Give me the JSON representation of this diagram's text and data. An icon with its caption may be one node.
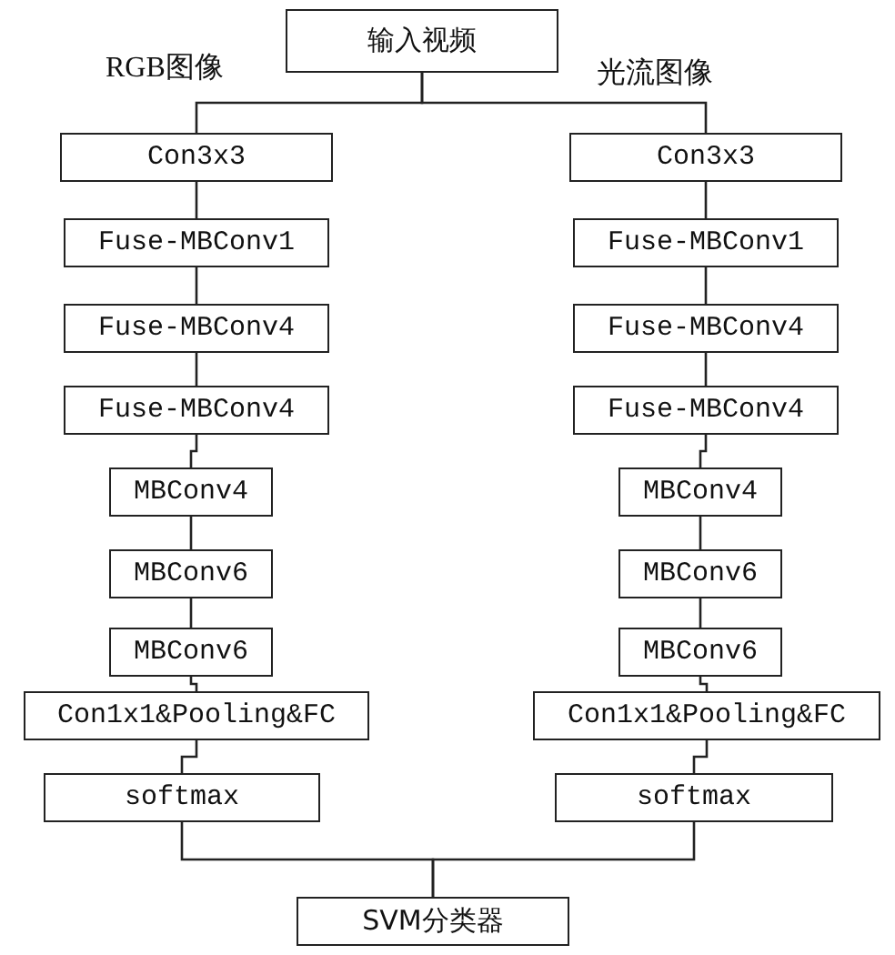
{
  "diagram": {
    "nodes": [
      {
        "text": [
          "输入视频"
        ]
      },
      {
        "text": [
          "Con3x3"
        ]
      },
      {
        "text": [
          "Fuse-MBConv1"
        ]
      },
      {
        "text": [
          "Fuse-MBConv4"
        ]
      },
      {
        "text": [
          "Fuse-MBConv4"
        ]
      },
      {
        "text": [
          "MBConv4"
        ]
      },
      {
        "text": [
          "MBConv6"
        ]
      },
      {
        "text": [
          "MBConv6"
        ]
      },
      {
        "text": [
          "Con1x1&Pooling&FC"
        ]
      },
      {
        "text": [
          "softmax"
        ]
      },
      {
        "text": [
          "Con3x3"
        ]
      },
      {
        "text": [
          "Fuse-MBConv1"
        ]
      },
      {
        "text": [
          "Fuse-MBConv4"
        ]
      },
      {
        "text": [
          "Fuse-MBConv4"
        ]
      },
      {
        "text": [
          "MBConv4"
        ]
      },
      {
        "text": [
          "MBConv6"
        ]
      },
      {
        "text": [
          "MBConv6"
        ]
      },
      {
        "text": [
          "Con1x1&Pooling&FC"
        ]
      },
      {
        "text": [
          "softmax"
        ]
      },
      {
        "text": [
          "SVM分类器"
        ]
      }
    ],
    "edges": [
      {
        "from": 0,
        "to": 1,
        "arrow": "none"
      },
      {
        "from": 0,
        "to": 10,
        "arrow": "none"
      },
      {
        "from": 1,
        "to": 2,
        "arrow": "none"
      },
      {
        "from": 2,
        "to": 3,
        "arrow": "none"
      },
      {
        "from": 3,
        "to": 4,
        "arrow": "none"
      },
      {
        "from": 4,
        "to": 5,
        "arrow": "none"
      },
      {
        "from": 5,
        "to": 6,
        "arrow": "none"
      },
      {
        "from": 6,
        "to": 7,
        "arrow": "none"
      },
      {
        "from": 7,
        "to": 8,
        "arrow": "none"
      },
      {
        "from": 8,
        "to": 9,
        "arrow": "none"
      },
      {
        "from": 10,
        "to": 11,
        "arrow": "none"
      },
      {
        "from": 11,
        "to": 12,
        "arrow": "none"
      },
      {
        "from": 12,
        "to": 13,
        "arrow": "none"
      },
      {
        "from": 13,
        "to": 14,
        "arrow": "none"
      },
      {
        "from": 14,
        "to": 15,
        "arrow": "none"
      },
      {
        "from": 15,
        "to": 16,
        "arrow": "none"
      },
      {
        "from": 16,
        "to": 17,
        "arrow": "none"
      },
      {
        "from": 17,
        "to": 18,
        "arrow": "none"
      },
      {
        "from": 9,
        "to": 19,
        "arrow": "none"
      },
      {
        "from": 18,
        "to": 19,
        "arrow": "none"
      }
    ],
    "labels": [
      "RGB图像",
      "光流图像"
    ]
  }
}
